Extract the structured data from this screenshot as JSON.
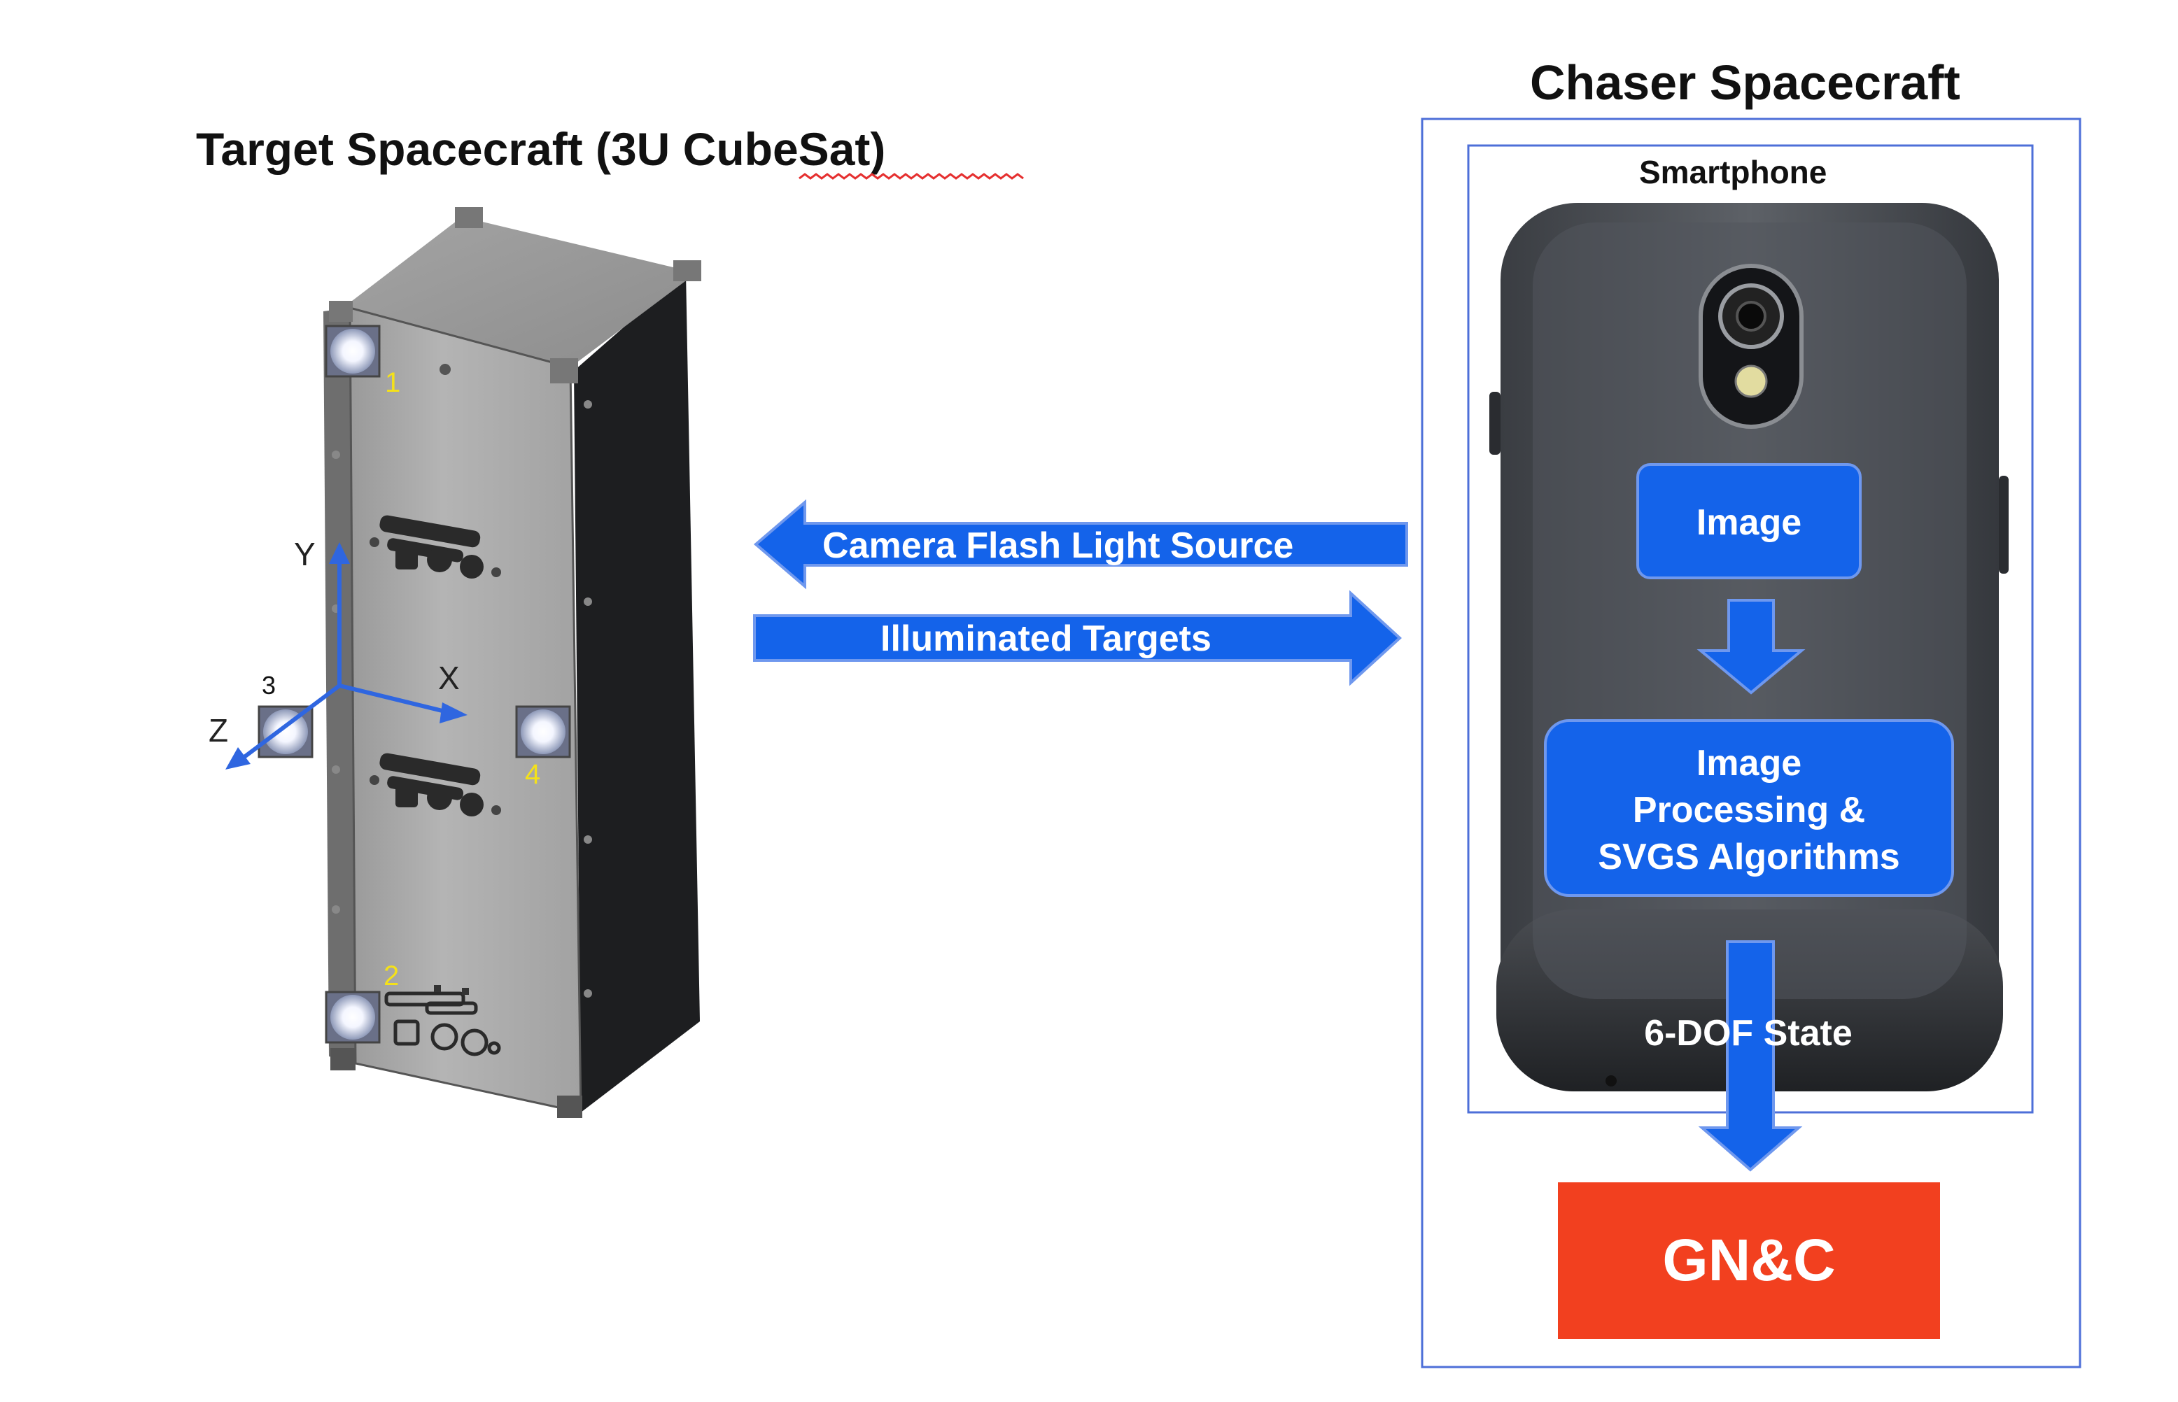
{
  "target": {
    "title": "Target Spacecraft (3U CubeSat)",
    "axes": {
      "x": "X",
      "y": "Y",
      "z": "Z"
    },
    "markers": [
      "1",
      "2",
      "3",
      "4"
    ]
  },
  "arrows": {
    "flash": "Camera Flash Light Source",
    "illuminated": "Illuminated Targets"
  },
  "chaser": {
    "title": "Chaser Spacecraft",
    "smartphone_label": "Smartphone",
    "image_box": "Image",
    "processing_box": [
      "Image",
      "Processing &",
      "SVGS Algorithms"
    ],
    "state_label": "6-DOF State",
    "gnc_box": "GN&C"
  },
  "colors": {
    "blue": "#1463ea",
    "gnc_red": "#f2401f",
    "outline_blue": "#4d6fd8",
    "marker_yellow": "#f4e11a"
  }
}
